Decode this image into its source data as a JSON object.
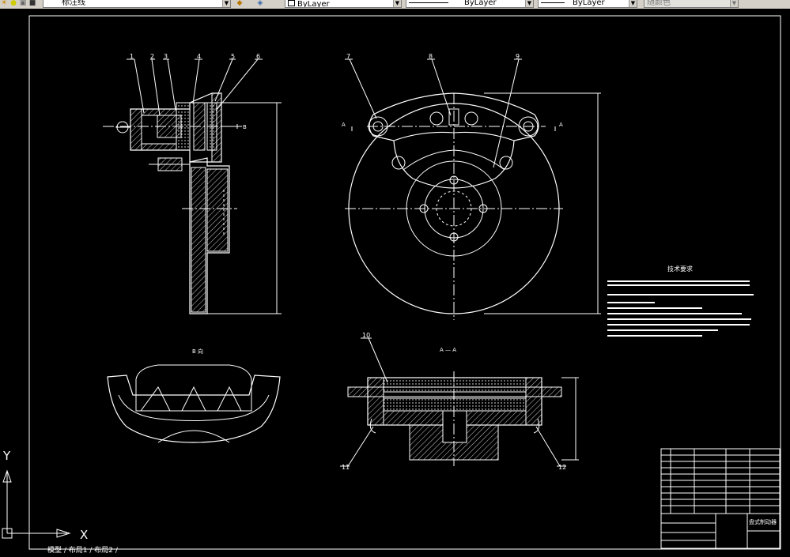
{
  "toolbar": {
    "layer_value": "标注线",
    "color_value": "ByLayer",
    "linetype_value": "ByLayer",
    "lineweight_value": "ByLayer",
    "plotstyle_value": "随颜色",
    "icons": [
      "sun-icon",
      "lightbulb-icon",
      "lock-icon",
      "layer-color-icon",
      "layer-manager-icon",
      "layer-previous-icon"
    ]
  },
  "drawing": {
    "balloons": [
      "1",
      "2",
      "3",
      "4",
      "5",
      "6",
      "7",
      "8",
      "9",
      "10",
      "11",
      "12"
    ],
    "section_letter": "A",
    "view_b_label": "B 向",
    "section_label": "A — A",
    "view_arrow_label": "B",
    "tech_title": "技术要求",
    "title_block_name": "盘式制动器"
  },
  "ucs": {
    "x_label": "X",
    "y_label": "Y"
  },
  "status": {
    "tabs_text": "模型 / 布局1 / 布局2 /"
  },
  "colors": {
    "background": "#000000",
    "lines": "#ffffff",
    "toolbar": "#d4d0c8"
  }
}
